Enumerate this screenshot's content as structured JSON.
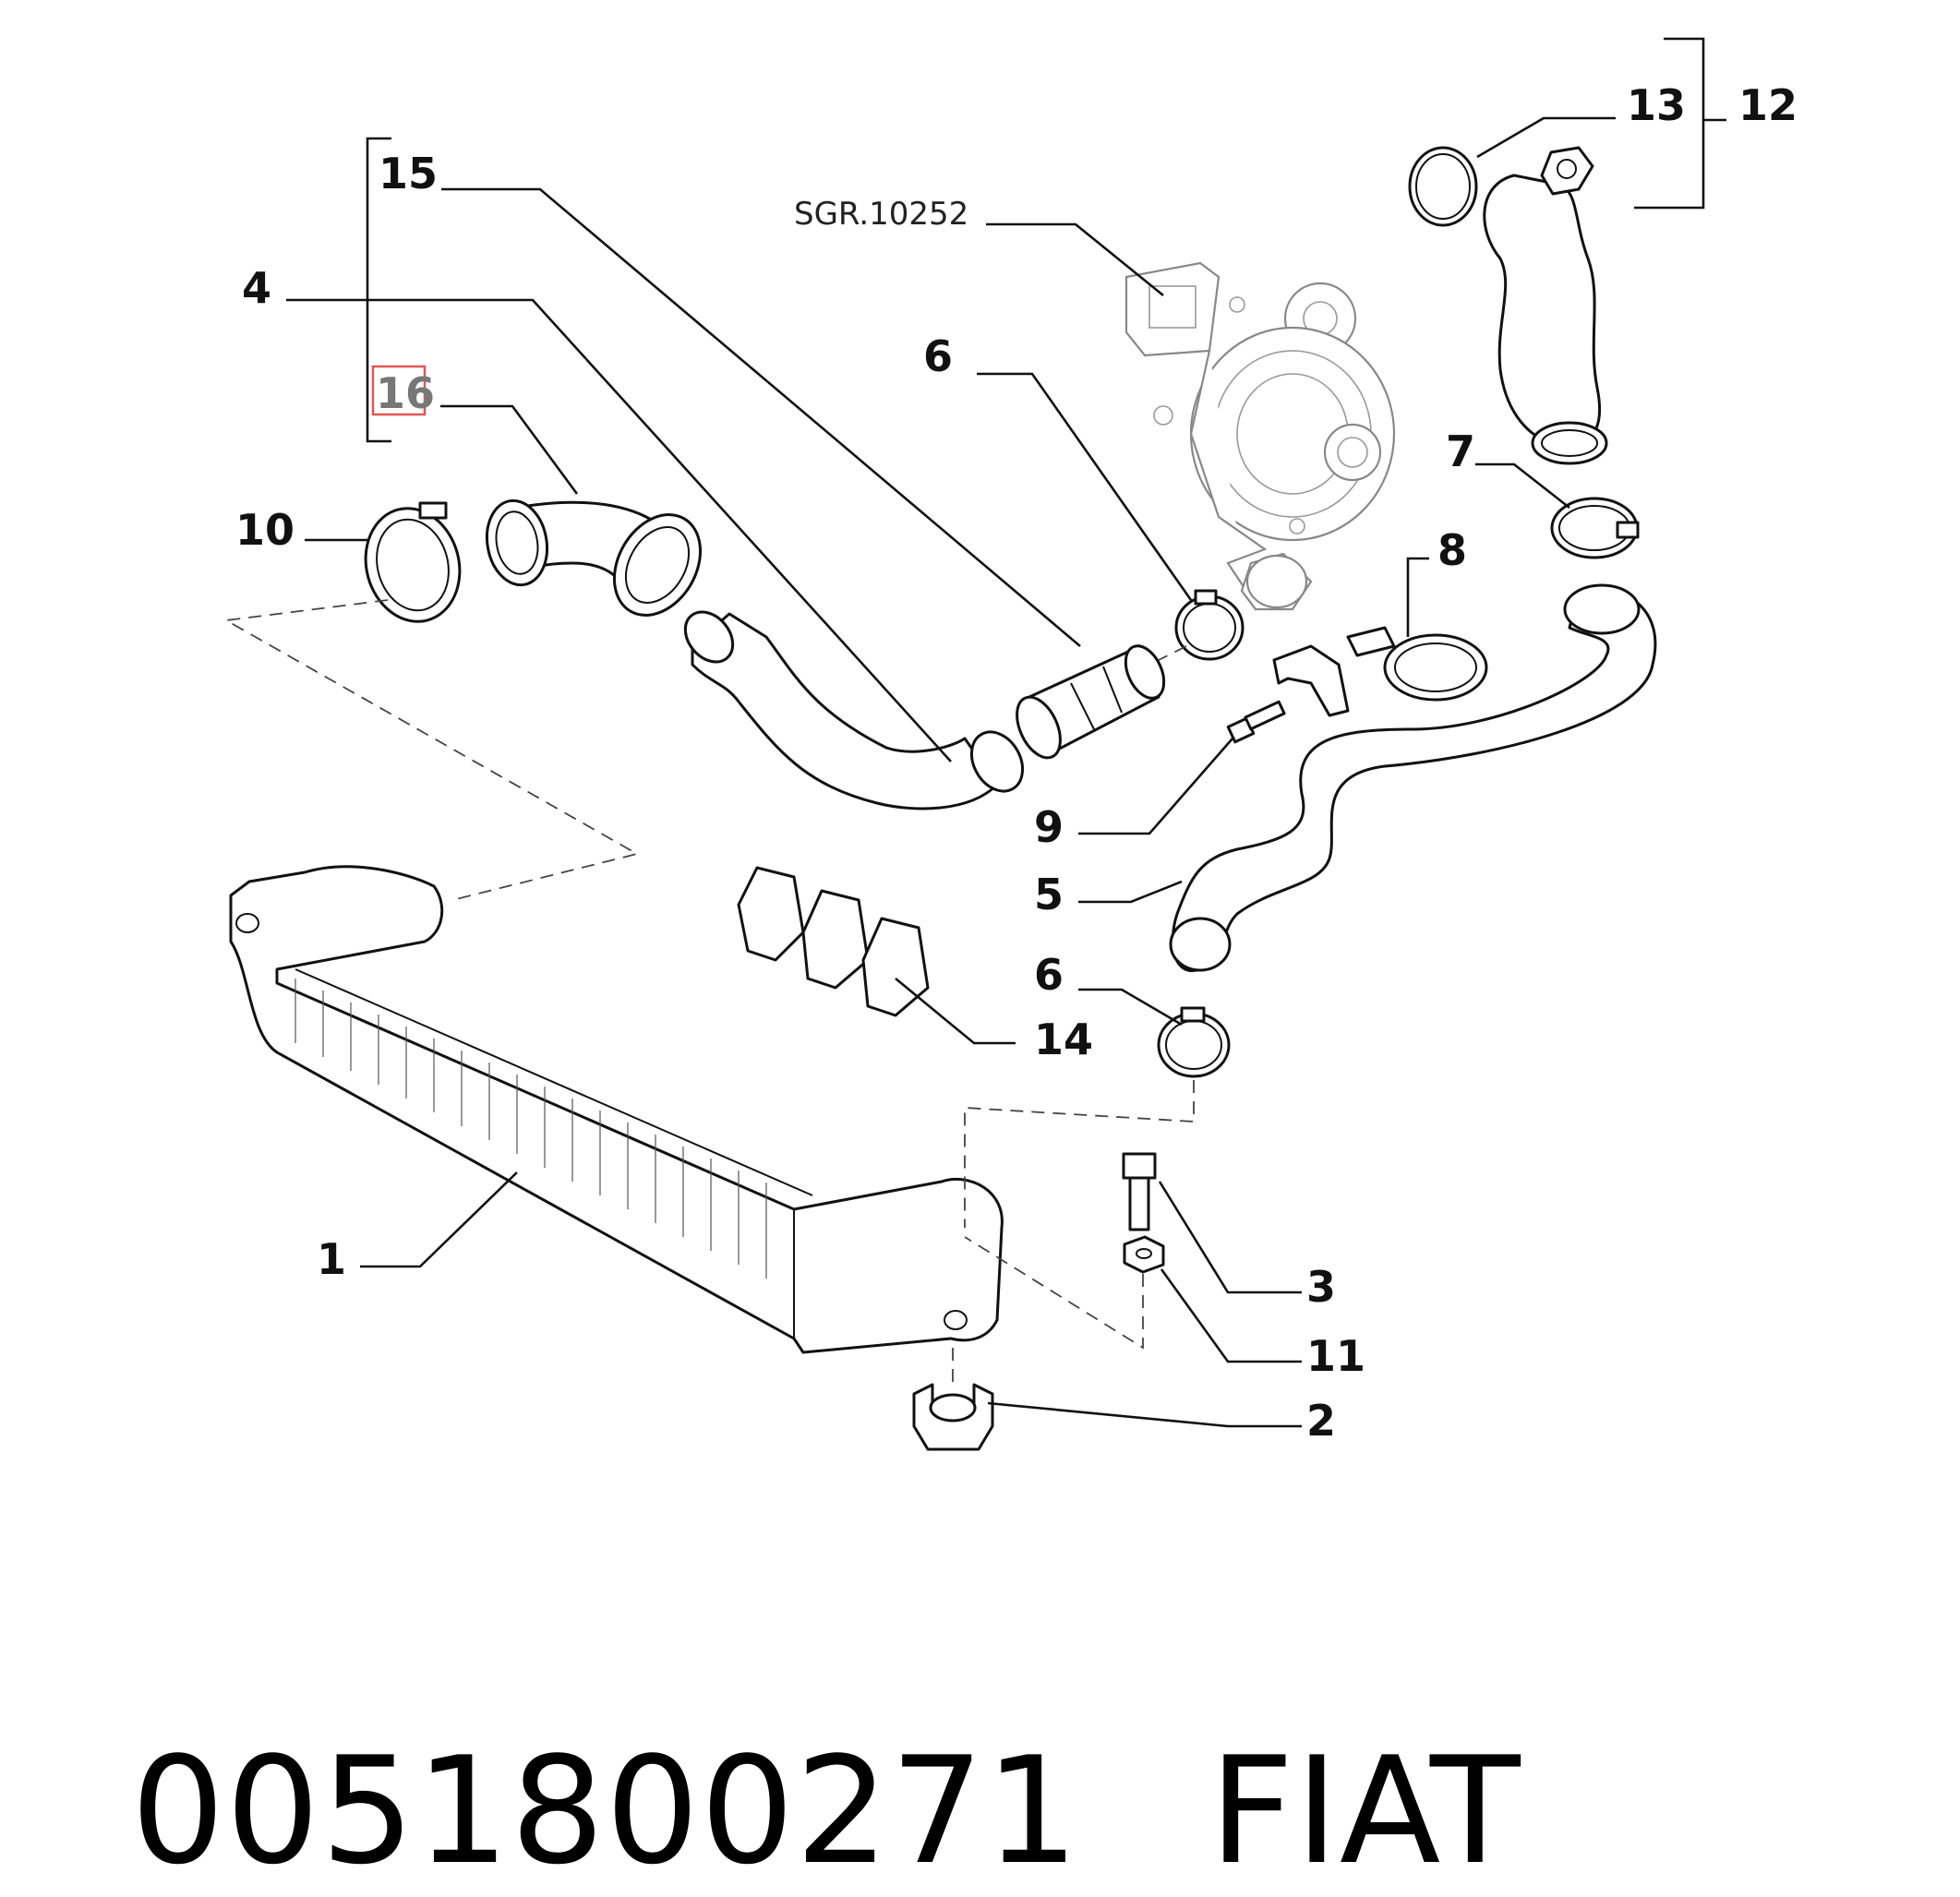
{
  "callouts": {
    "c15": "15",
    "c4": "4",
    "c16": "16",
    "c10": "10",
    "c6a": "6",
    "c6b": "6",
    "c13": "13",
    "c12": "12",
    "c7": "7",
    "c8": "8",
    "c9": "9",
    "c5": "5",
    "c14": "14",
    "c1": "1",
    "c3": "3",
    "c11": "11",
    "c2": "2"
  },
  "reference_label": "SGR.10252",
  "highlight_color": "#e05555",
  "footer": {
    "part_number": "0051800271",
    "brand": "FIAT"
  }
}
